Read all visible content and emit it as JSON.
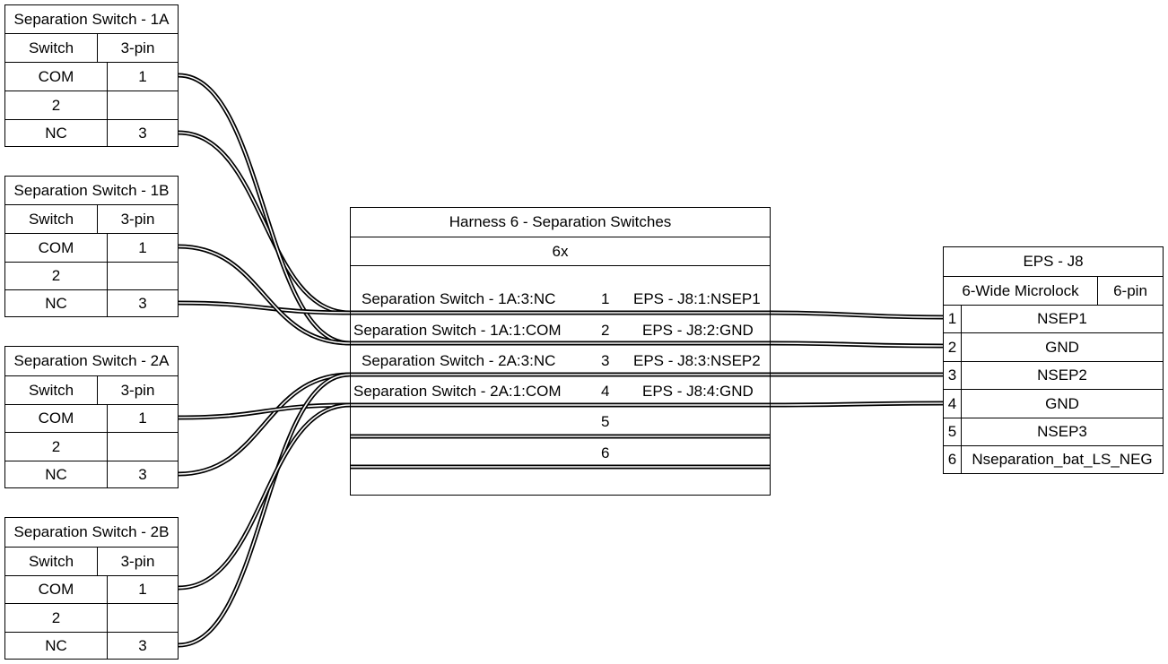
{
  "switches": [
    {
      "title": "Separation Switch - 1A",
      "header": [
        "Switch",
        "3-pin"
      ],
      "pins": [
        {
          "name": "COM",
          "num": "1"
        },
        {
          "name": "2",
          "num": ""
        },
        {
          "name": "NC",
          "num": "3"
        }
      ]
    },
    {
      "title": "Separation Switch - 1B",
      "header": [
        "Switch",
        "3-pin"
      ],
      "pins": [
        {
          "name": "COM",
          "num": "1"
        },
        {
          "name": "2",
          "num": ""
        },
        {
          "name": "NC",
          "num": "3"
        }
      ]
    },
    {
      "title": "Separation Switch - 2A",
      "header": [
        "Switch",
        "3-pin"
      ],
      "pins": [
        {
          "name": "COM",
          "num": "1"
        },
        {
          "name": "2",
          "num": ""
        },
        {
          "name": "NC",
          "num": "3"
        }
      ]
    },
    {
      "title": "Separation Switch - 2B",
      "header": [
        "Switch",
        "3-pin"
      ],
      "pins": [
        {
          "name": "COM",
          "num": "1"
        },
        {
          "name": "2",
          "num": ""
        },
        {
          "name": "NC",
          "num": "3"
        }
      ]
    }
  ],
  "harness": {
    "title": "Harness 6 - Separation Switches",
    "count": "6x",
    "wires": [
      {
        "from": "Separation Switch - 1A:3:NC",
        "num": "1",
        "to": "EPS - J8:1:NSEP1"
      },
      {
        "from": "Separation Switch - 1A:1:COM",
        "num": "2",
        "to": "EPS - J8:2:GND"
      },
      {
        "from": "Separation Switch - 2A:3:NC",
        "num": "3",
        "to": "EPS - J8:3:NSEP2"
      },
      {
        "from": "Separation Switch - 2A:1:COM",
        "num": "4",
        "to": "EPS - J8:4:GND"
      },
      {
        "from": "",
        "num": "5",
        "to": ""
      },
      {
        "from": "",
        "num": "6",
        "to": ""
      }
    ]
  },
  "connector": {
    "title": "EPS - J8",
    "header": [
      "6-Wide Microlock",
      "6-pin"
    ],
    "pins": [
      {
        "num": "1",
        "name": "NSEP1"
      },
      {
        "num": "2",
        "name": "GND"
      },
      {
        "num": "3",
        "name": "NSEP2"
      },
      {
        "num": "4",
        "name": "GND"
      },
      {
        "num": "5",
        "name": "NSEP3"
      },
      {
        "num": "6",
        "name": "Nseparation_bat_LS_NEG"
      }
    ]
  }
}
